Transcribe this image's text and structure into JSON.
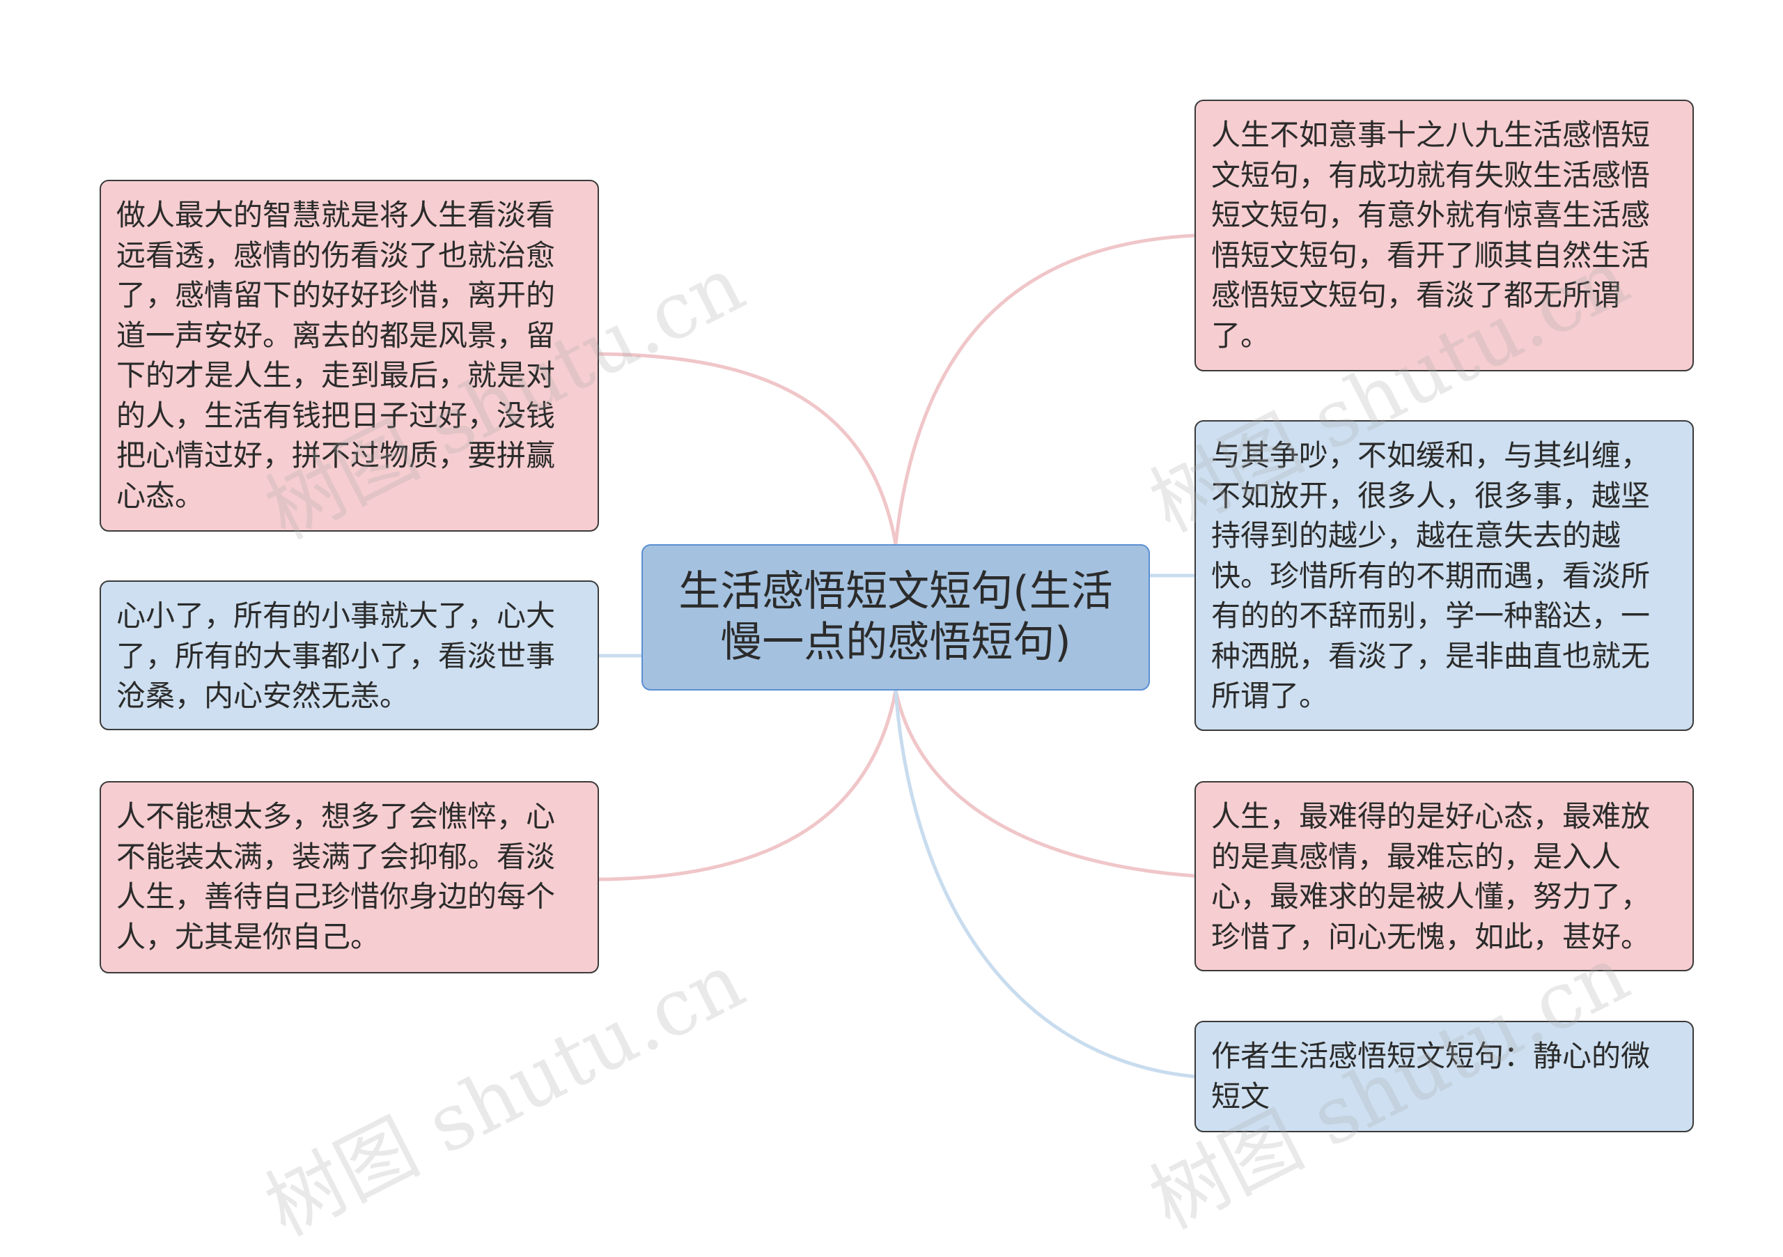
{
  "center_topic": "生活感悟短文短句(生活慢一点的感悟短句)",
  "left_nodes": [
    "做人最大的智慧就是将人生看淡看远看透，感情的伤看淡了也就治愈了，感情留下的好好珍惜，离开的道一声安好。离去的都是风景，留下的才是人生，走到最后，就是对的人，生活有钱把日子过好，没钱把心情过好，拼不过物质，要拼赢心态。",
    "心小了，所有的小事就大了，心大了，所有的大事都小了，看淡世事沧桑，内心安然无恙。",
    "人不能想太多，想多了会憔悴，心不能装太满，装满了会抑郁。看淡人生，善待自己珍惜你身边的每个人，尤其是你自己。"
  ],
  "right_nodes": [
    "人生不如意事十之八九生活感悟短文短句，有成功就有失败生活感悟短文短句，有意外就有惊喜生活感悟短文短句，看开了顺其自然生活感悟短文短句，看淡了都无所谓了。",
    "与其争吵，不如缓和，与其纠缠，不如放开，很多人，很多事，越坚持得到的越少，越在意失去的越快。珍惜所有的不期而遇，看淡所有的的不辞而别，学一种豁达，一种洒脱，看淡了，是非曲直也就无所谓了。",
    "人生，最难得的是好心态，最难放的是真感情，最难忘的，是入人心，最难求的是被人懂，努力了，珍惜了，问心无愧，如此，甚好。",
    "作者生活感悟短文短句：静心的微短文"
  ],
  "watermark_text": "树图 shutu.cn",
  "colors": {
    "pink_fill": "#f6cdd0",
    "blue_fill": "#cddff0",
    "center_fill": "#a4c1df",
    "center_border": "#5b8fd3",
    "pink_link": "#f0c6c9",
    "blue_link": "#c8dcee"
  }
}
